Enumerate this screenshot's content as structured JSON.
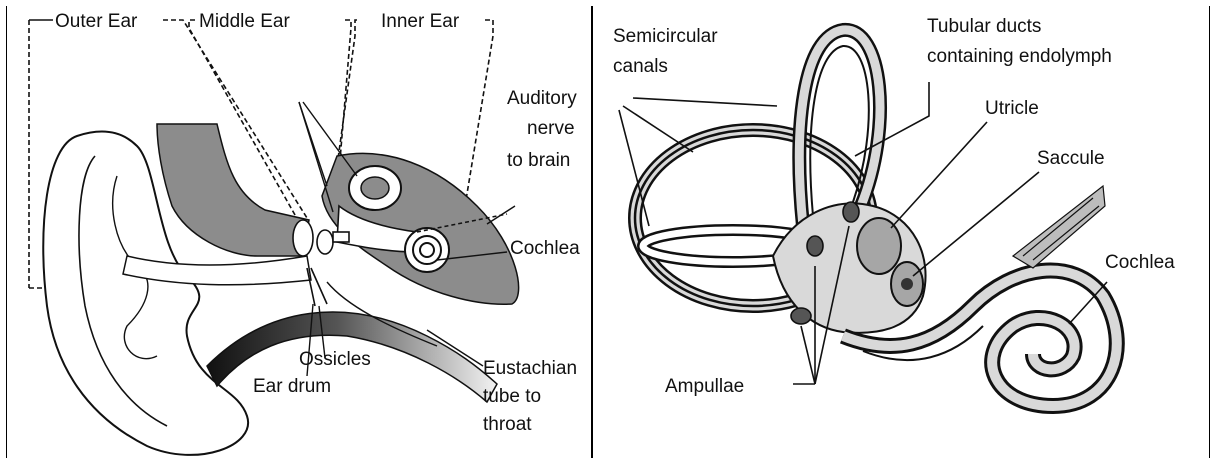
{
  "outer_ear_diagram": {
    "section_labels": {
      "outer_ear": "Outer Ear",
      "middle_ear": "Middle Ear",
      "inner_ear": "Inner Ear"
    },
    "labels": {
      "auditory_nerve_line1": "Auditory",
      "auditory_nerve_line2": "nerve",
      "auditory_nerve_line3": "to brain",
      "cochlea": "Cochlea",
      "ossicles": "Ossicles",
      "ear_drum": "Ear drum",
      "eustachian_line1": "Eustachian",
      "eustachian_line2": "tube to",
      "eustachian_line3": "throat"
    },
    "colors": {
      "tissue_gray": "#8c8c8c",
      "line": "#111111"
    }
  },
  "inner_ear_diagram": {
    "labels": {
      "semicircular_line1": "Semicircular",
      "semicircular_line2": "canals",
      "tubular_line1": "Tubular ducts",
      "tubular_line2": "containing endolymph",
      "utricle": "Utricle",
      "saccule": "Saccule",
      "cochlea": "Cochlea",
      "ampullae": "Ampullae"
    },
    "colors": {
      "fill_light": "#d9d9d9",
      "fill_mid": "#a6a6a6",
      "line": "#111111"
    }
  }
}
